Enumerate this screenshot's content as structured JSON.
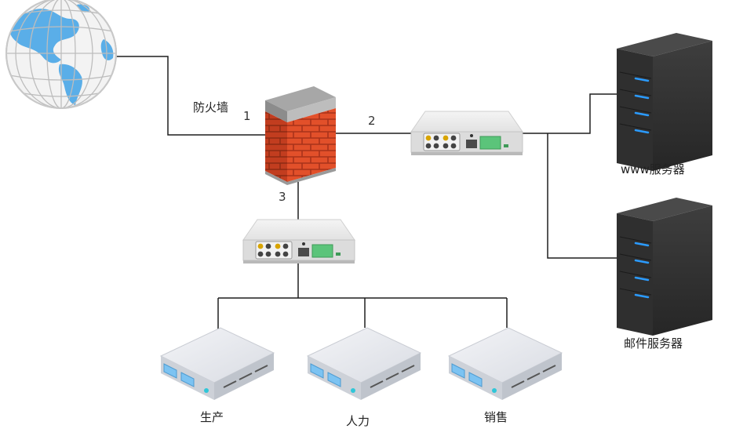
{
  "labels": {
    "firewall": "防火墙",
    "link1": "1",
    "link2": "2",
    "link3": "3",
    "www_server": "www服务器",
    "mail_server": "邮件服务器",
    "dept_production": "生产",
    "dept_hr": "人力",
    "dept_sales": "销售"
  },
  "colors": {
    "line": "#1f1f1f",
    "globe_land": "#5aaee8",
    "brick": "#e2502a",
    "server_led": "#2b9bff"
  }
}
